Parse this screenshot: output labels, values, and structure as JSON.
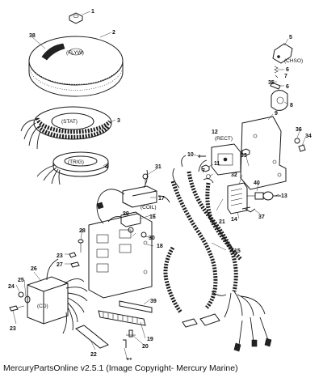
{
  "caption": "MercuryPartsOnline v2.5.1 (Image Copyright- Mercury Marine)",
  "component_tags": {
    "flywheel": "(FLYW)",
    "stator": "(STAT)",
    "trigger": "(TRIG)",
    "choke_solenoid": "(CHSO)",
    "rectifier": "(RECT)",
    "coil": "(COIL)",
    "cd_module": "(CD)"
  },
  "callouts": [
    "1",
    "2",
    "3",
    "4",
    "5",
    "6",
    "7",
    "8",
    "9",
    "10",
    "11",
    "12",
    "13",
    "14",
    "15",
    "16",
    "17",
    "18",
    "19",
    "20",
    "21",
    "22",
    "23",
    "24",
    "25",
    "26",
    "27",
    "28",
    "29",
    "30",
    "31",
    "32",
    "33",
    "34",
    "35",
    "36",
    "37",
    "38",
    "39",
    "40"
  ]
}
